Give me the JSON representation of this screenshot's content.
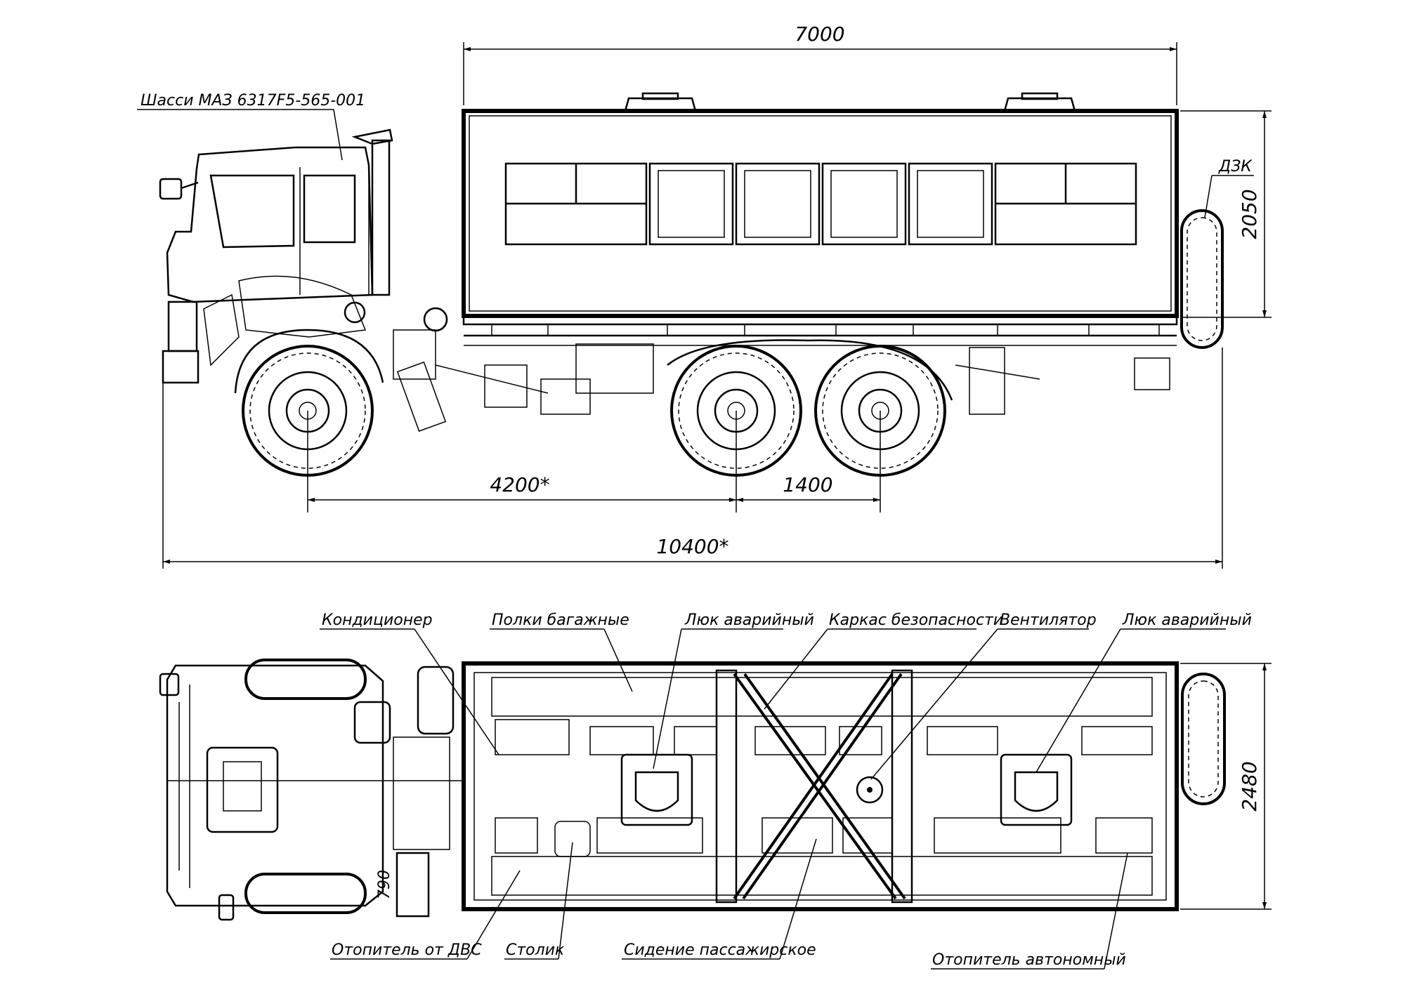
{
  "side_view": {
    "chassis_label": "Шасси МАЗ 6317F5-565-001",
    "body_length": "7000",
    "body_height": "2050",
    "spare_wheel_label": "ДЗК",
    "wheelbase_front": "4200*",
    "wheelbase_rear": "1400",
    "overall_length": "10400*"
  },
  "top_view": {
    "width": "2480",
    "labels_top": [
      "Кондиционер",
      "Полки багажные",
      "Люк аварийный",
      "Каркас безопасности",
      "Вентилятор",
      "Люк аварийный"
    ],
    "labels_bottom": [
      "Отопитель от ДВС",
      "Столик",
      "Сидение пассажирское",
      "Отопитель автономный"
    ],
    "small_dim": "790"
  }
}
